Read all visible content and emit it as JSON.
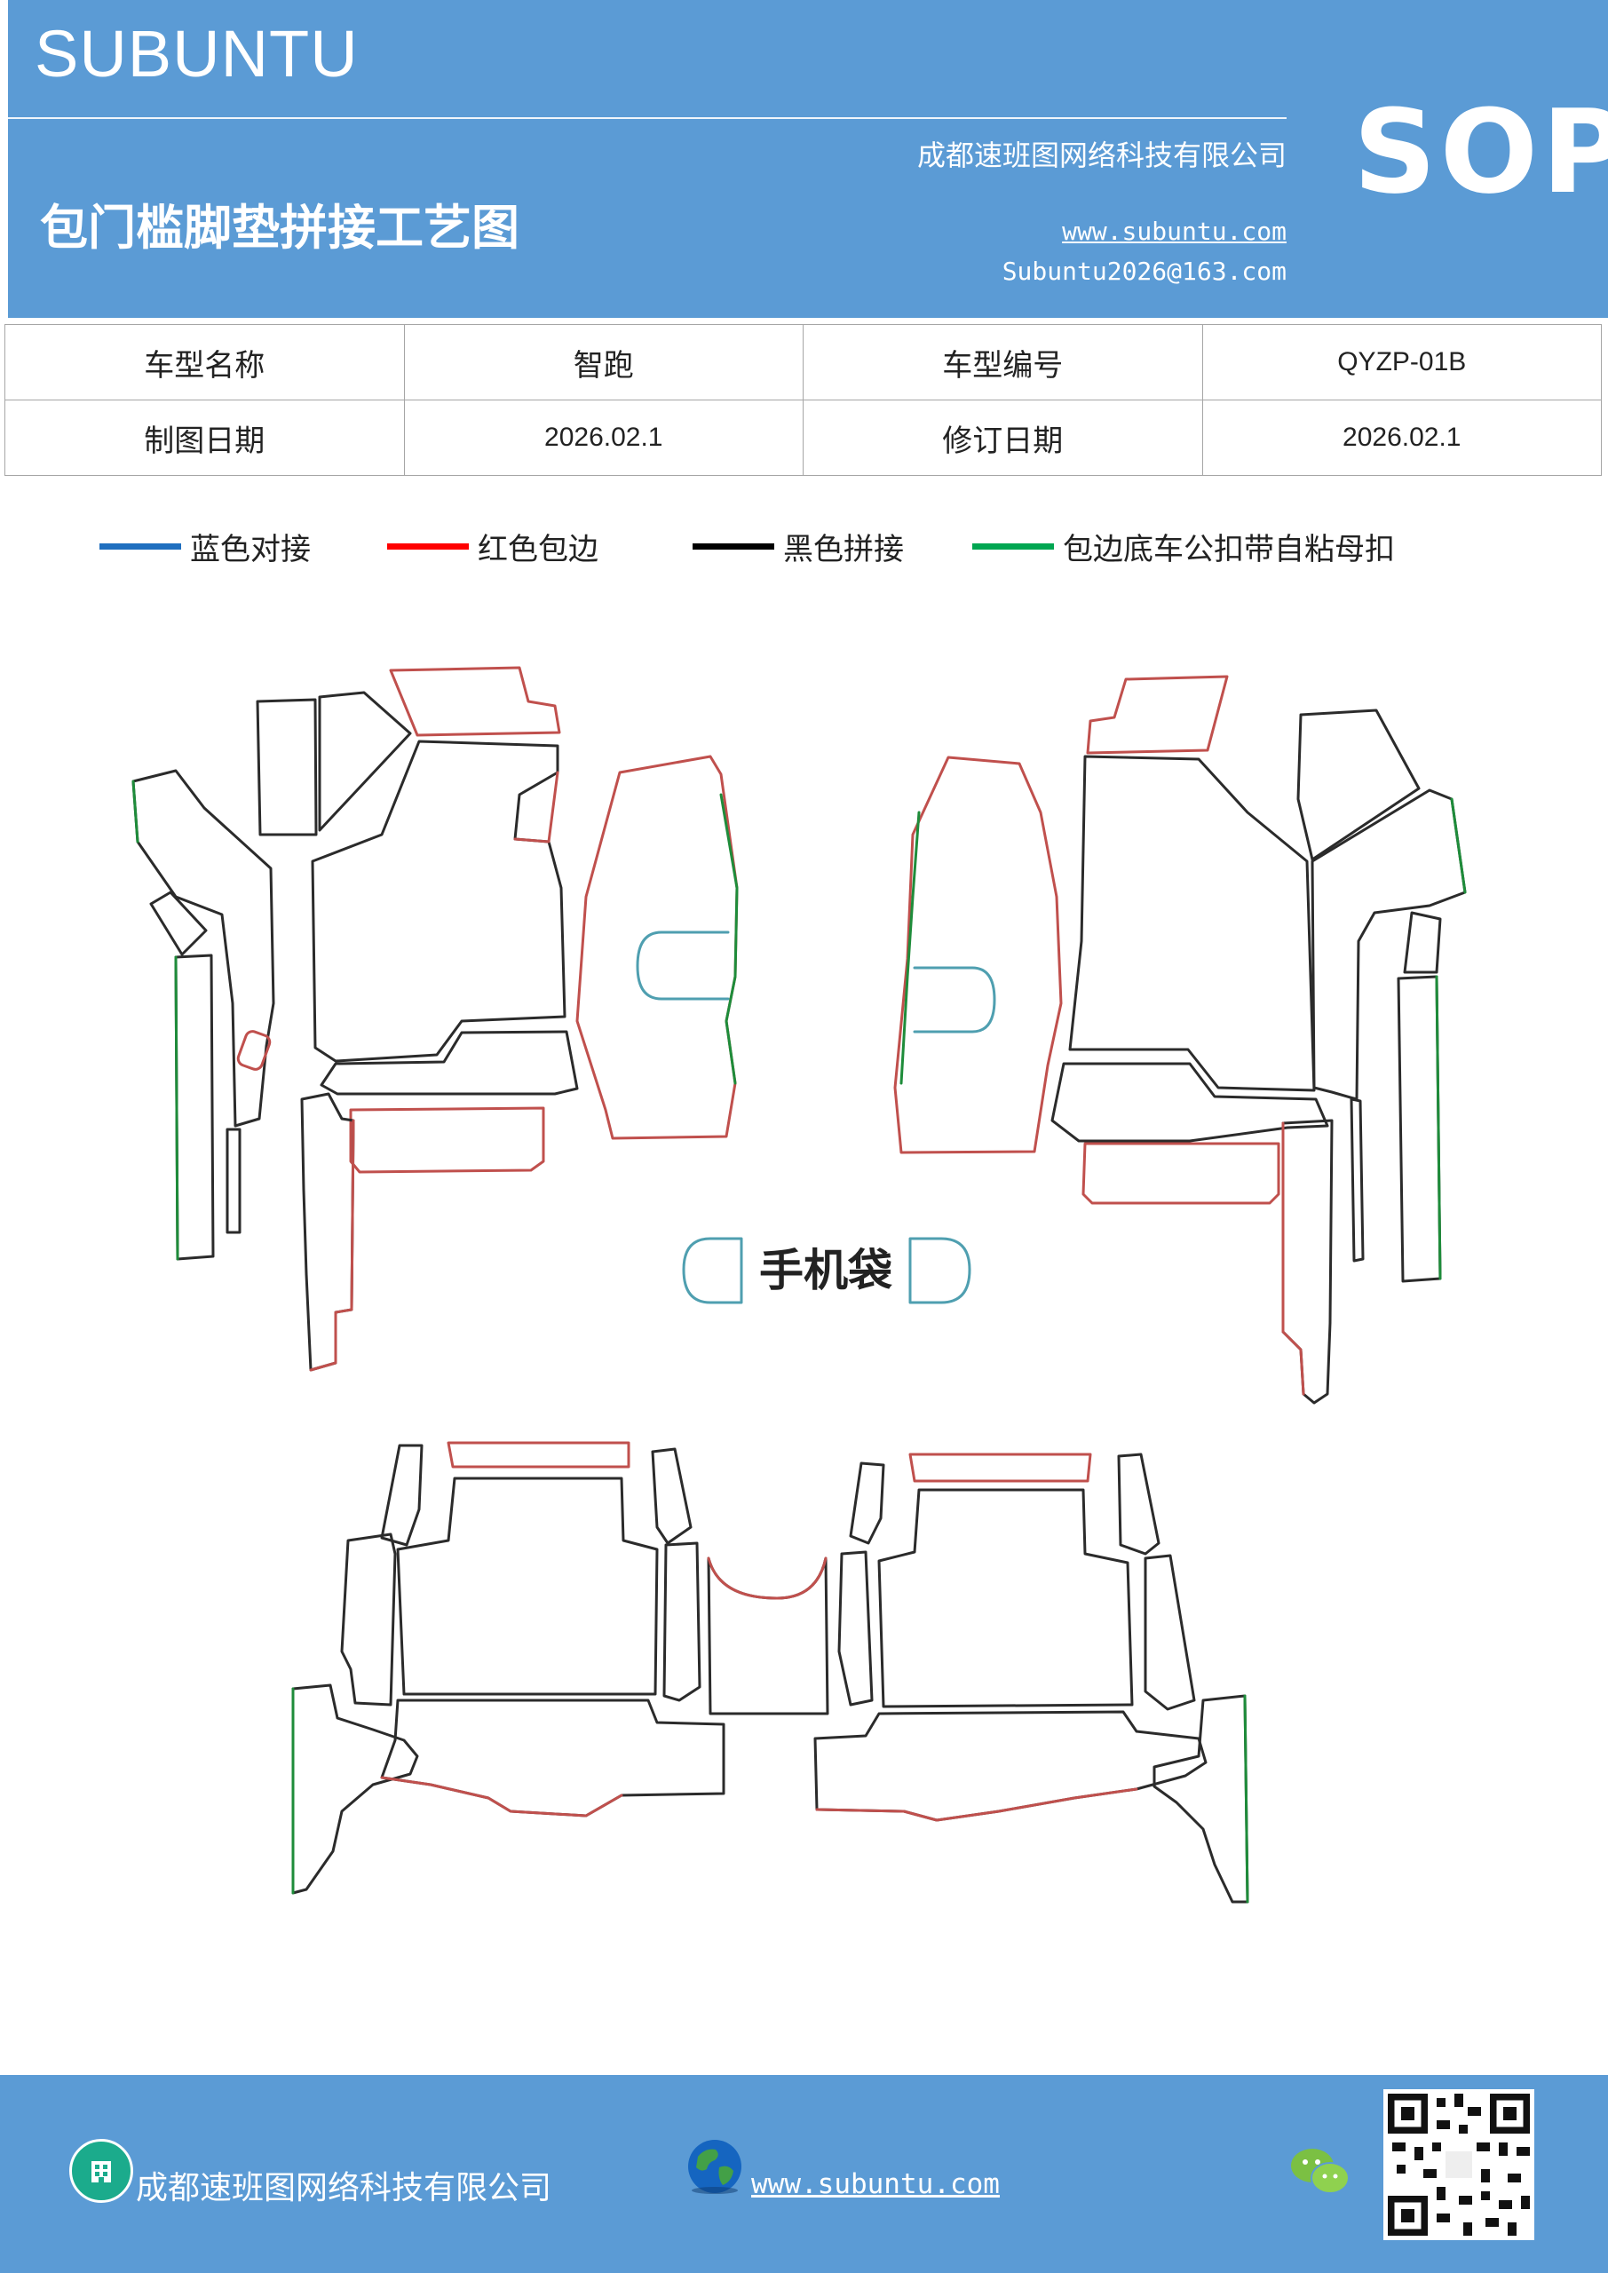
{
  "header": {
    "brand": "SUBUNTU",
    "badge": "SOP",
    "company": "成都速班图网络科技有限公司",
    "title": "包门槛脚垫拼接工艺图",
    "website": "www.subuntu.com",
    "email": "Subuntu2026@163.com"
  },
  "info_table": {
    "rows": [
      [
        "车型名称",
        "智跑",
        "车型编号",
        "QYZP-01B"
      ],
      [
        "制图日期",
        "2026.02.1",
        "修订日期",
        "2026.02.1"
      ]
    ]
  },
  "legend": [
    {
      "label": "蓝色对接",
      "color": "#1f6fbf"
    },
    {
      "label": "红色包边",
      "color": "#ff0000"
    },
    {
      "label": "黑色拼接",
      "color": "#000000"
    },
    {
      "label": "包边底车公扣带自粘母扣",
      "color": "#00a651"
    }
  ],
  "diagram": {
    "phone_pocket_label": "手机袋",
    "colors": {
      "outline": "#2b2b2b",
      "red": "#c0504d",
      "green": "#1e8c3a",
      "blue": "#4f9fb0"
    }
  },
  "footer": {
    "company": "成都速班图网络科技有限公司",
    "website": "www.subuntu.com",
    "icons": [
      "building-icon",
      "globe-icon",
      "wechat-icon",
      "qr-code"
    ]
  }
}
